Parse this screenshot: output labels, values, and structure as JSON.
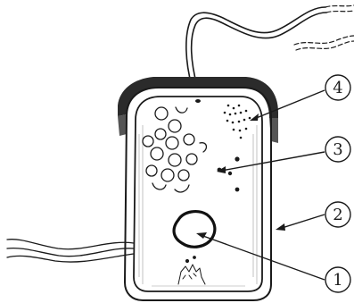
{
  "diagram": {
    "callouts": [
      {
        "label": "4"
      },
      {
        "label": "3"
      },
      {
        "label": "2"
      },
      {
        "label": "1"
      }
    ]
  }
}
